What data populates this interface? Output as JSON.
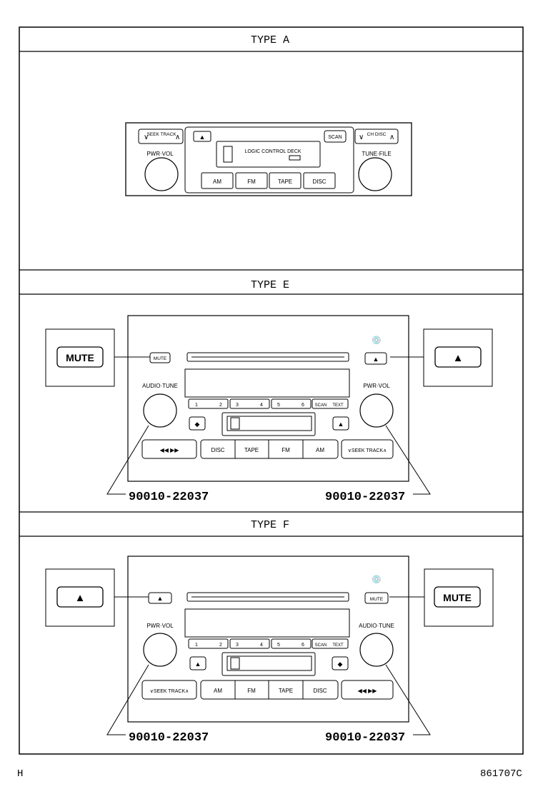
{
  "sections": [
    {
      "title": "TYPE A",
      "buttons": {
        "seek_track": "SEEK TRACK",
        "ch_disc": "CH DISC",
        "pwr_vol": "PWR·VOL",
        "tune_file": "TUNE·FILE",
        "scan": "SCAN",
        "display": "LOGIC CONTROL DECK",
        "am": "AM",
        "fm": "FM",
        "tape": "TAPE",
        "disc": "DISC"
      }
    },
    {
      "title": "TYPE E",
      "callout_left": "MUTE",
      "callout_right": "▲",
      "small_mute": "MUTE",
      "left_knob_label": "AUDIO·TUNE",
      "right_knob_label": "PWR·VOL",
      "presets": [
        "1",
        "2",
        "3",
        "4",
        "5",
        "6"
      ],
      "scan": "SCAN",
      "text": "TEXT",
      "bottom_buttons": [
        "◀◀   ▶▶",
        "DISC",
        "TAPE",
        "FM",
        "AM",
        "∨SEEK TRACK∧"
      ],
      "part_left": "90010-22037",
      "part_right": "90010-22037"
    },
    {
      "title": "TYPE F",
      "callout_left": "▲",
      "callout_right": "MUTE",
      "small_mute": "MUTE",
      "left_knob_label": "PWR·VOL",
      "right_knob_label": "AUDIO·TUNE",
      "presets": [
        "1",
        "2",
        "3",
        "4",
        "5",
        "6"
      ],
      "scan": "SCAN",
      "text": "TEXT",
      "bottom_buttons": [
        "∨SEEK TRACK∧",
        "AM",
        "FM",
        "TAPE",
        "DISC",
        "◀◀   ▶▶"
      ],
      "part_left": "90010-22037",
      "part_right": "90010-22037"
    }
  ],
  "footer": {
    "left": "H",
    "right": "861707C"
  }
}
